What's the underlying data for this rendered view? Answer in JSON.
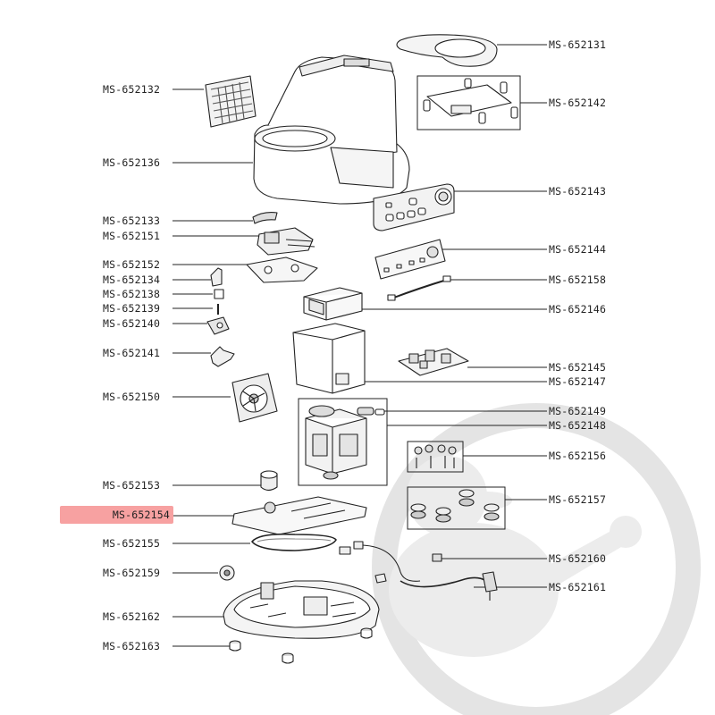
{
  "diagram": {
    "labels": {
      "ms_652131": "MS-652131",
      "ms_652132": "MS-652132",
      "ms_652136": "MS-652136",
      "ms_652142": "MS-652142",
      "ms_652143": "MS-652143",
      "ms_652133": "MS-652133",
      "ms_652151": "MS-652151",
      "ms_652144": "MS-652144",
      "ms_652152": "MS-652152",
      "ms_652134": "MS-652134",
      "ms_652158": "MS-652158",
      "ms_652138": "MS-652138",
      "ms_652139": "MS-652139",
      "ms_652146": "MS-652146",
      "ms_652140": "MS-652140",
      "ms_652141": "MS-652141",
      "ms_652145": "MS-652145",
      "ms_652147": "MS-652147",
      "ms_652150": "MS-652150",
      "ms_652149": "MS-652149",
      "ms_652148": "MS-652148",
      "ms_652156": "MS-652156",
      "ms_652153": "MS-652153",
      "ms_652157": "MS-652157",
      "ms_652154": "MS-652154",
      "ms_652155": "MS-652155",
      "ms_652160": "MS-652160",
      "ms_652159": "MS-652159",
      "ms_652161": "MS-652161",
      "ms_652162": "MS-652162",
      "ms_652163": "MS-652163"
    },
    "selected_part": "MS-652154",
    "colors": {
      "highlight": "#f7a1a1",
      "line": "#222222",
      "watermark": "#e6e6e6"
    },
    "watermark_icon": "duck-wrench-logo"
  }
}
